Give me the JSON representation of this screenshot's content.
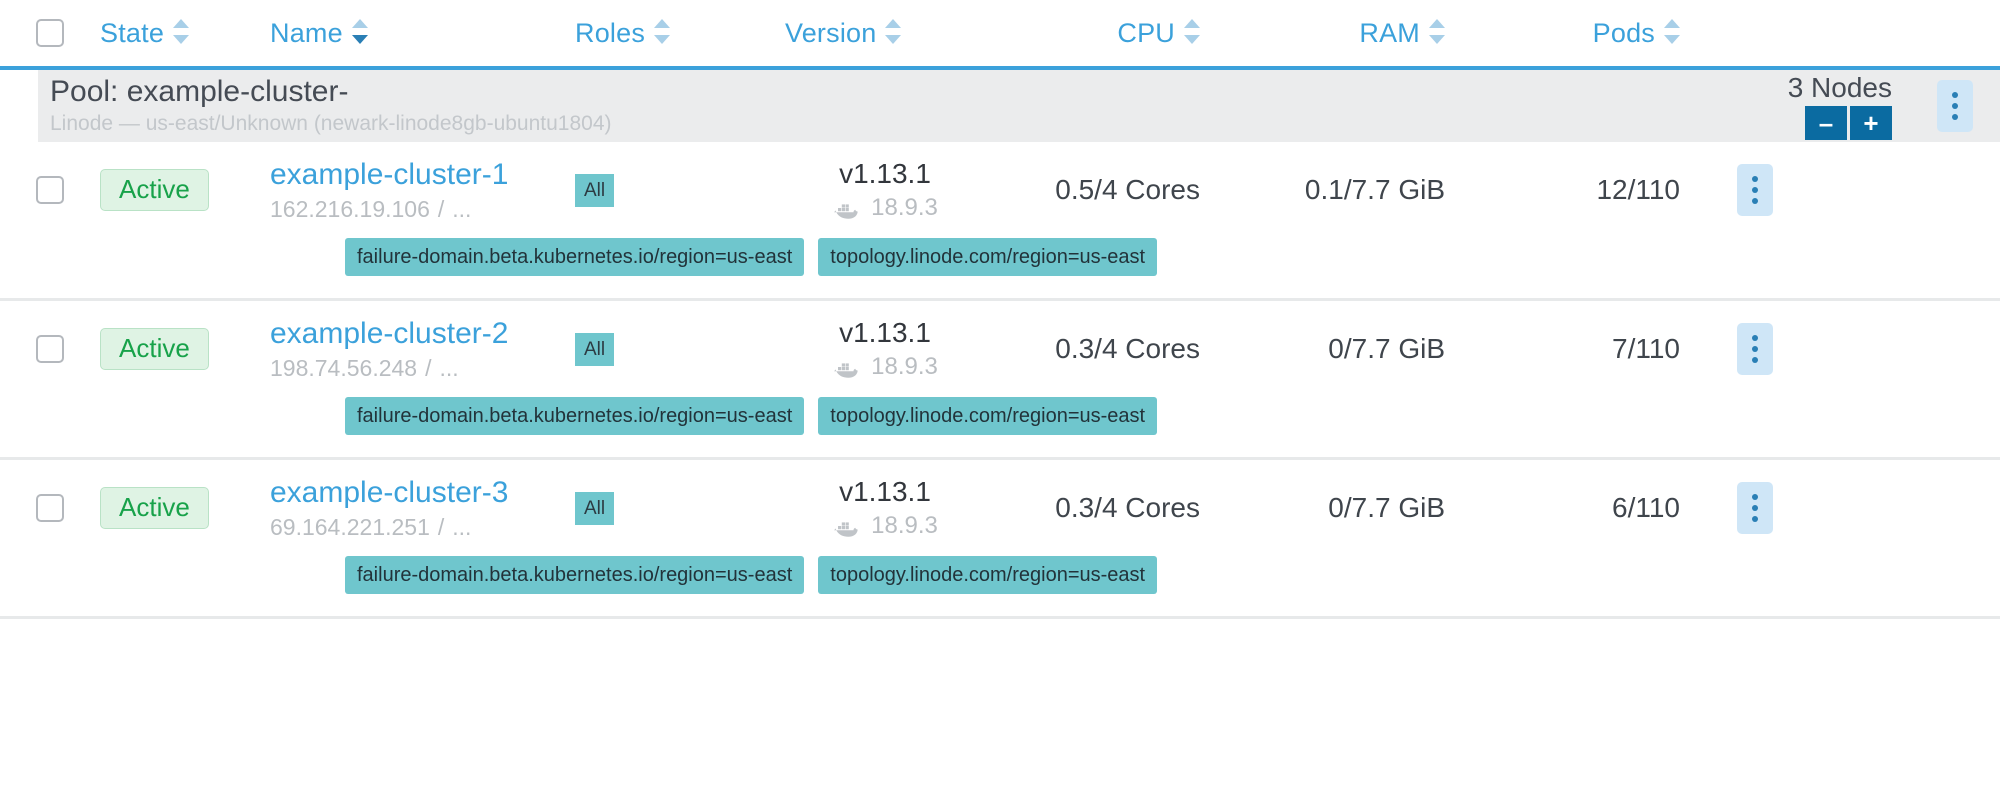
{
  "table": {
    "columns": [
      {
        "key": "state",
        "label": "State",
        "sort": "inactive"
      },
      {
        "key": "name",
        "label": "Name",
        "sort": "active-desc"
      },
      {
        "key": "roles",
        "label": "Roles",
        "sort": "inactive"
      },
      {
        "key": "version",
        "label": "Version",
        "sort": "inactive"
      },
      {
        "key": "cpu",
        "label": "CPU",
        "sort": "inactive"
      },
      {
        "key": "ram",
        "label": "RAM",
        "sort": "inactive"
      },
      {
        "key": "pods",
        "label": "Pods",
        "sort": "inactive"
      }
    ],
    "select_all_checkbox": "unchecked"
  },
  "pool": {
    "title": "Pool: example-cluster-",
    "subtitle": "Linode — us-east/Unknown (newark-linode8gb-ubuntu1804)",
    "node_count_label": "3 Nodes",
    "decrement_label": "–",
    "increment_label": "+",
    "menu_icon": "kebab-menu-icon"
  },
  "nodes": [
    {
      "state": "Active",
      "name": "example-cluster-1",
      "ip": "162.216.19.106",
      "ip_separator": "/",
      "ip_more": "...",
      "role": "All",
      "k8s_version": "v1.13.1",
      "docker_version": "18.9.3",
      "cpu": "0.5/4 Cores",
      "ram": "0.1/7.7 GiB",
      "pods": "12/110",
      "labels": [
        "failure-domain.beta.kubernetes.io/region=us-east",
        "topology.linode.com/region=us-east"
      ]
    },
    {
      "state": "Active",
      "name": "example-cluster-2",
      "ip": "198.74.56.248",
      "ip_separator": "/",
      "ip_more": "...",
      "role": "All",
      "k8s_version": "v1.13.1",
      "docker_version": "18.9.3",
      "cpu": "0.3/4 Cores",
      "ram": "0/7.7 GiB",
      "pods": "7/110",
      "labels": [
        "failure-domain.beta.kubernetes.io/region=us-east",
        "topology.linode.com/region=us-east"
      ]
    },
    {
      "state": "Active",
      "name": "example-cluster-3",
      "ip": "69.164.221.251",
      "ip_separator": "/",
      "ip_more": "...",
      "role": "All",
      "k8s_version": "v1.13.1",
      "docker_version": "18.9.3",
      "cpu": "0.3/4 Cores",
      "ram": "0/7.7 GiB",
      "pods": "6/110",
      "labels": [
        "failure-domain.beta.kubernetes.io/region=us-east",
        "topology.linode.com/region=us-east"
      ]
    }
  ],
  "colors": {
    "accent_blue": "#3ba1db",
    "link_blue": "#3ba1db",
    "button_blue": "#0b6ba1",
    "kebab_bg": "#cfe6f7",
    "chip_teal": "#6fc6cd",
    "active_green": "#18a24a",
    "active_green_bg": "#dff3e4",
    "pool_row_bg": "#ebeced",
    "muted_text": "#b9bdc1"
  }
}
